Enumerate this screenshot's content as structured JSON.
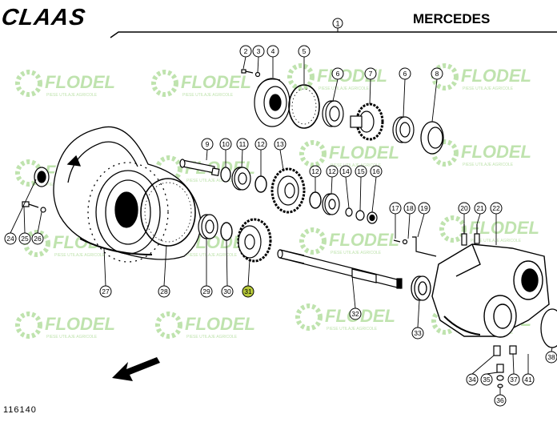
{
  "header": {
    "brand": "CLAAS",
    "model": "MERCEDES"
  },
  "footer": {
    "document_number": "116140"
  },
  "watermark": {
    "brand": "FLODEL",
    "tagline": "PIESE UTILAJE AGRICOLE",
    "color": "#b9e0a6"
  },
  "diagram": {
    "assembly_callout": "1",
    "highlighted_part": "31",
    "highlight_color": "#b7c93a",
    "parts": [
      "2",
      "3",
      "4",
      "5",
      "6",
      "7",
      "6",
      "8",
      "9",
      "10",
      "11",
      "12",
      "13",
      "12",
      "12",
      "14",
      "15",
      "16",
      "17",
      "18",
      "19",
      "20",
      "21",
      "22",
      "24",
      "25",
      "26",
      "27",
      "28",
      "29",
      "30",
      "31",
      "32",
      "33",
      "34",
      "35",
      "36",
      "37",
      "38",
      "41"
    ]
  }
}
